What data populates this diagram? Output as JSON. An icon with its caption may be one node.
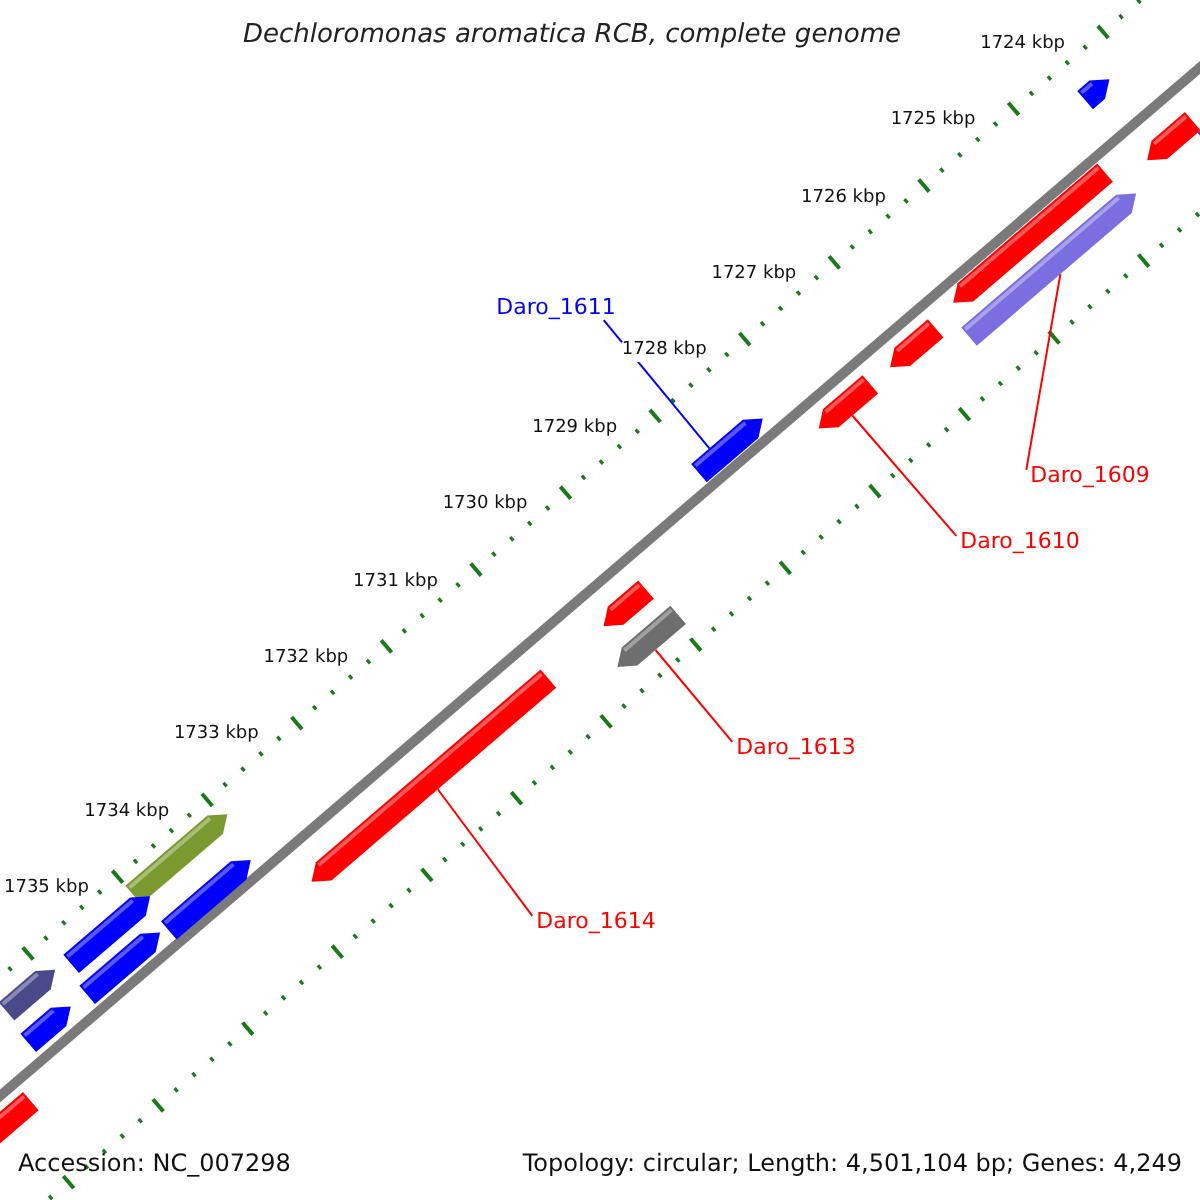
{
  "diagram": {
    "title": "Dechloromonas aromatica RCB, complete genome",
    "nodes": [
      {
        "text": [
          "Daro_1611"
        ]
      },
      {
        "text": [
          "Daro_1609"
        ]
      },
      {
        "text": [
          "Daro_1610"
        ]
      },
      {
        "text": [
          "Daro_1613"
        ]
      },
      {
        "text": [
          "Daro_1614"
        ]
      },
      {
        "text": [],
        "shape": "bar"
      },
      {
        "text": [],
        "shape": "bar"
      },
      {
        "text": [],
        "shape": "bar"
      },
      {
        "text": [],
        "shape": "bar"
      },
      {
        "text": [],
        "shape": "bar"
      },
      {
        "text": [],
        "shape": "bar"
      },
      {
        "text": [],
        "shape": "bar"
      },
      {
        "text": [],
        "shape": "bar"
      },
      {
        "text": [],
        "shape": "bar"
      },
      {
        "text": [],
        "shape": "bar"
      },
      {
        "text": [],
        "shape": "bar"
      },
      {
        "text": [],
        "shape": "bar"
      },
      {
        "text": [],
        "shape": "bar"
      },
      {
        "text": [],
        "shape": "bar"
      },
      {
        "text": [],
        "shape": "bar"
      },
      {
        "text": [],
        "shape": "bar"
      },
      {
        "text": [],
        "shape": "bar"
      },
      {
        "text": [],
        "shape": "bar"
      }
    ],
    "edges": [
      {
        "from": 0,
        "to": 5,
        "arrow": "none",
        "color": "#0000ff"
      },
      {
        "from": 1,
        "to": 6,
        "arrow": "none"
      },
      {
        "from": 2,
        "to": 7,
        "arrow": "none"
      },
      {
        "from": 3,
        "to": 8,
        "arrow": "none"
      },
      {
        "from": 4,
        "to": 9,
        "arrow": "none"
      }
    ],
    "labels": [
      "1724 kbp",
      "1725 kbp",
      "1726 kbp",
      "1727 kbp",
      "1728 kbp",
      "1729 kbp",
      "1730 kbp",
      "1731 kbp",
      "1732 kbp",
      "1733 kbp",
      "1734 kbp",
      "1735 kbp",
      "Accession: NC_007298",
      "Topology: circular; Length: 4,501,104 bp; Genes: 4,249"
    ]
  }
}
